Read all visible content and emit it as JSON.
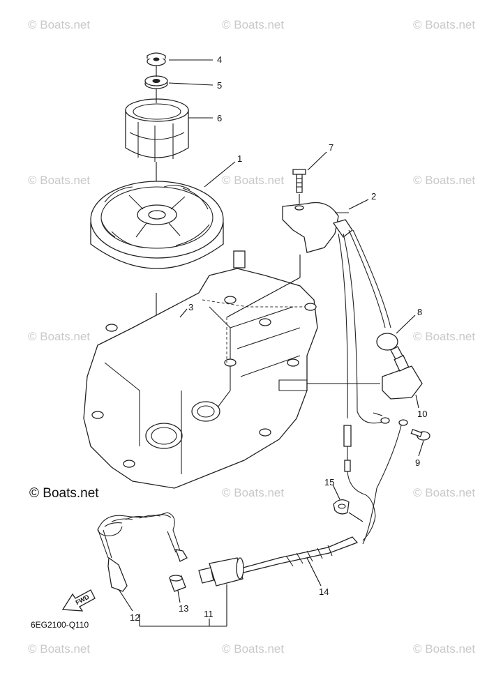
{
  "watermark": {
    "text": "© Boats.net"
  },
  "copyright": {
    "text": "© Boats.net"
  },
  "part_code": "6EG2100-Q110",
  "fwd_label": "FWD",
  "callouts": {
    "c1": "1",
    "c2": "2",
    "c3": "3",
    "c4": "4",
    "c5": "5",
    "c6": "6",
    "c7": "7",
    "c8": "8",
    "c9": "9",
    "c10": "10",
    "c11": "11",
    "c12": "12",
    "c13": "13",
    "c14": "14",
    "c15": "15"
  }
}
